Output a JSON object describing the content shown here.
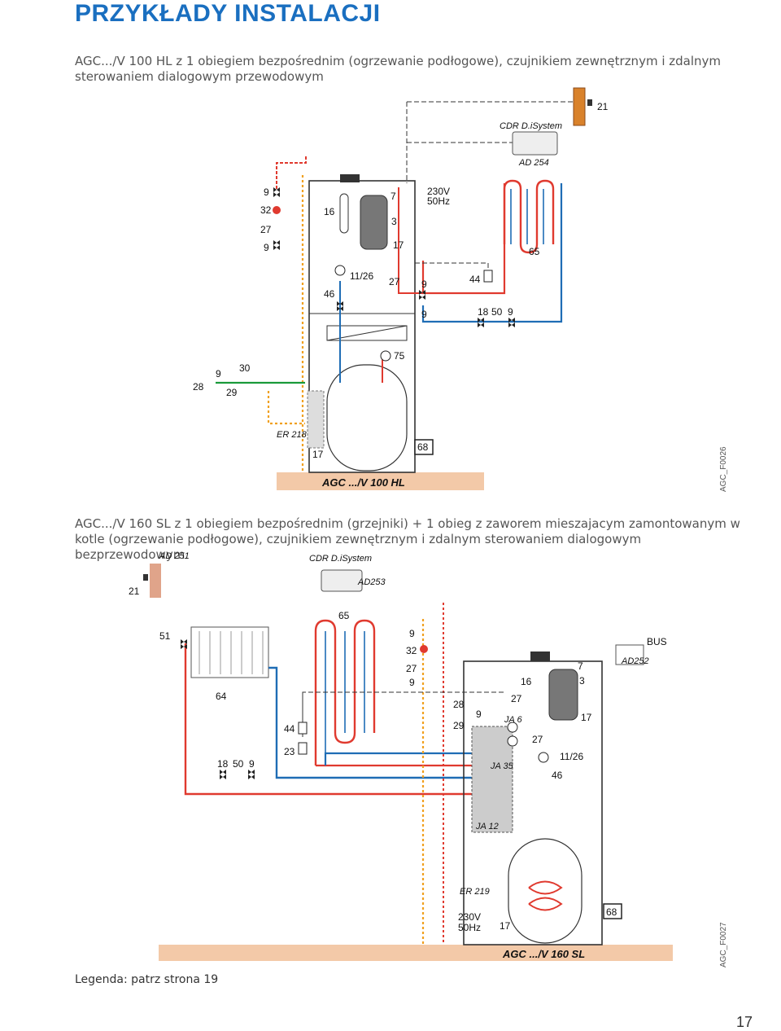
{
  "page": {
    "title": "PRZYKŁADY INSTALACJI",
    "page_number": "17",
    "legend": "Legenda: patrz strona 19"
  },
  "diagram1": {
    "caption": "AGC.../V 100 HL z 1 obiegiem bezpośrednim (ogrzewanie podłogowe), czujnikiem zewnętrznym i zdalnym sterowaniem dialogowym przewodowym",
    "code": "AGC_F0026",
    "controller": "CDR D.iSystem",
    "controller_model": "AD 254",
    "boiler": "AGC .../V 100 HL",
    "sensor": "ER 218",
    "power_v": "230V",
    "power_hz": "50Hz",
    "labels": {
      "n21": "21",
      "n9a": "9",
      "n32": "32",
      "n27a": "27",
      "n9b": "9",
      "n16": "16",
      "n7": "7",
      "n3": "3",
      "n17a": "17",
      "n65": "65",
      "n46": "46",
      "n1126": "11/26",
      "n27b": "27",
      "n9c": "9",
      "n9d": "9",
      "n44": "44",
      "n18": "18",
      "n50": "50",
      "n9e": "9",
      "n75": "75",
      "n28": "28",
      "n9f": "9",
      "n30": "30",
      "n29": "29",
      "n17b": "17",
      "n68": "68"
    }
  },
  "diagram2": {
    "caption": "AGC.../V 160 SL z 1 obiegiem bezpośrednim (grzejniki) + 1 obieg z zaworem mieszajacym zamontowanym w kotle (ogrzewanie podłogowe), czujnikiem zewnętrznym i zdalnym sterowaniem dialogowym bezprzewodowym",
    "code": "AGC_F0027",
    "controller": "CDR D.iSystem",
    "controller_model": "AD253",
    "sensor_model": "AD 251",
    "bus_model": "AD252",
    "bus": "BUS",
    "boiler": "AGC .../V 160 SL",
    "sensor": "ER 219",
    "power_v": "230V",
    "power_hz": "50Hz",
    "labels": {
      "n21": "21",
      "n51": "51",
      "n64": "64",
      "n65": "65",
      "n9a": "9",
      "n32": "32",
      "n27a": "27",
      "n9b": "9",
      "n44": "44",
      "n23": "23",
      "n18": "18",
      "n50": "50",
      "n9c": "9",
      "n28": "28",
      "n29": "29",
      "n9d": "9",
      "ja6": "JA 6",
      "ja35": "JA 35",
      "ja12": "JA 12",
      "n16": "16",
      "n7": "7",
      "n3": "3",
      "n27b": "27",
      "n17a": "17",
      "n27c": "27",
      "n1126": "11/26",
      "n46": "46",
      "n17b": "17",
      "n68": "68"
    }
  },
  "colors": {
    "title": "#1a6fc0",
    "hot": "#e03a2f",
    "cold": "#1f6db5",
    "green": "#1a9a3a",
    "dotted": "#f0a020",
    "floor": "#f3c9a8",
    "boiler_line": "#333333"
  }
}
